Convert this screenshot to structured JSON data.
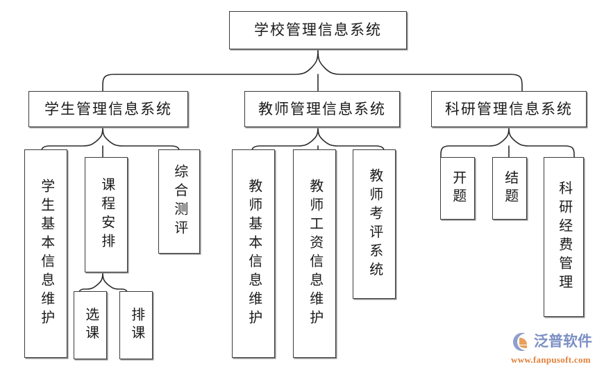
{
  "diagram": {
    "type": "org-chart",
    "title": "学校管理信息系统",
    "root": {
      "label": "学校管理信息系统"
    },
    "level2": [
      {
        "label": "学生管理信息系统"
      },
      {
        "label": "教师管理信息系统"
      },
      {
        "label": "科研管理信息系统"
      }
    ],
    "student_children": [
      {
        "label": "学生基本信息维护"
      },
      {
        "label": "课程安排"
      },
      {
        "label": "综合测评"
      }
    ],
    "course_children": [
      {
        "label": "选课"
      },
      {
        "label": "排课"
      }
    ],
    "teacher_children": [
      {
        "label": "教师基本信息维护"
      },
      {
        "label": "教师工资信息维护"
      },
      {
        "label": "教师考评系统"
      }
    ],
    "research_children": [
      {
        "label": "开题"
      },
      {
        "label": "结题"
      },
      {
        "label": "科研经费管理"
      }
    ]
  },
  "watermark": {
    "brand": "泛普软件",
    "url": "www.fanpusoft.com",
    "brand_color": "#7b8fc4",
    "url_color": "#e0803a",
    "mark_color_orange": "#e8a05a",
    "mark_color_blue": "#8d9fcf"
  },
  "colors": {
    "background": "#ffffff",
    "box_border": "#3a3a3a",
    "box_shadow": "#8a8a8a",
    "connector": "#2b2b2b",
    "text": "#1a1a1a"
  }
}
